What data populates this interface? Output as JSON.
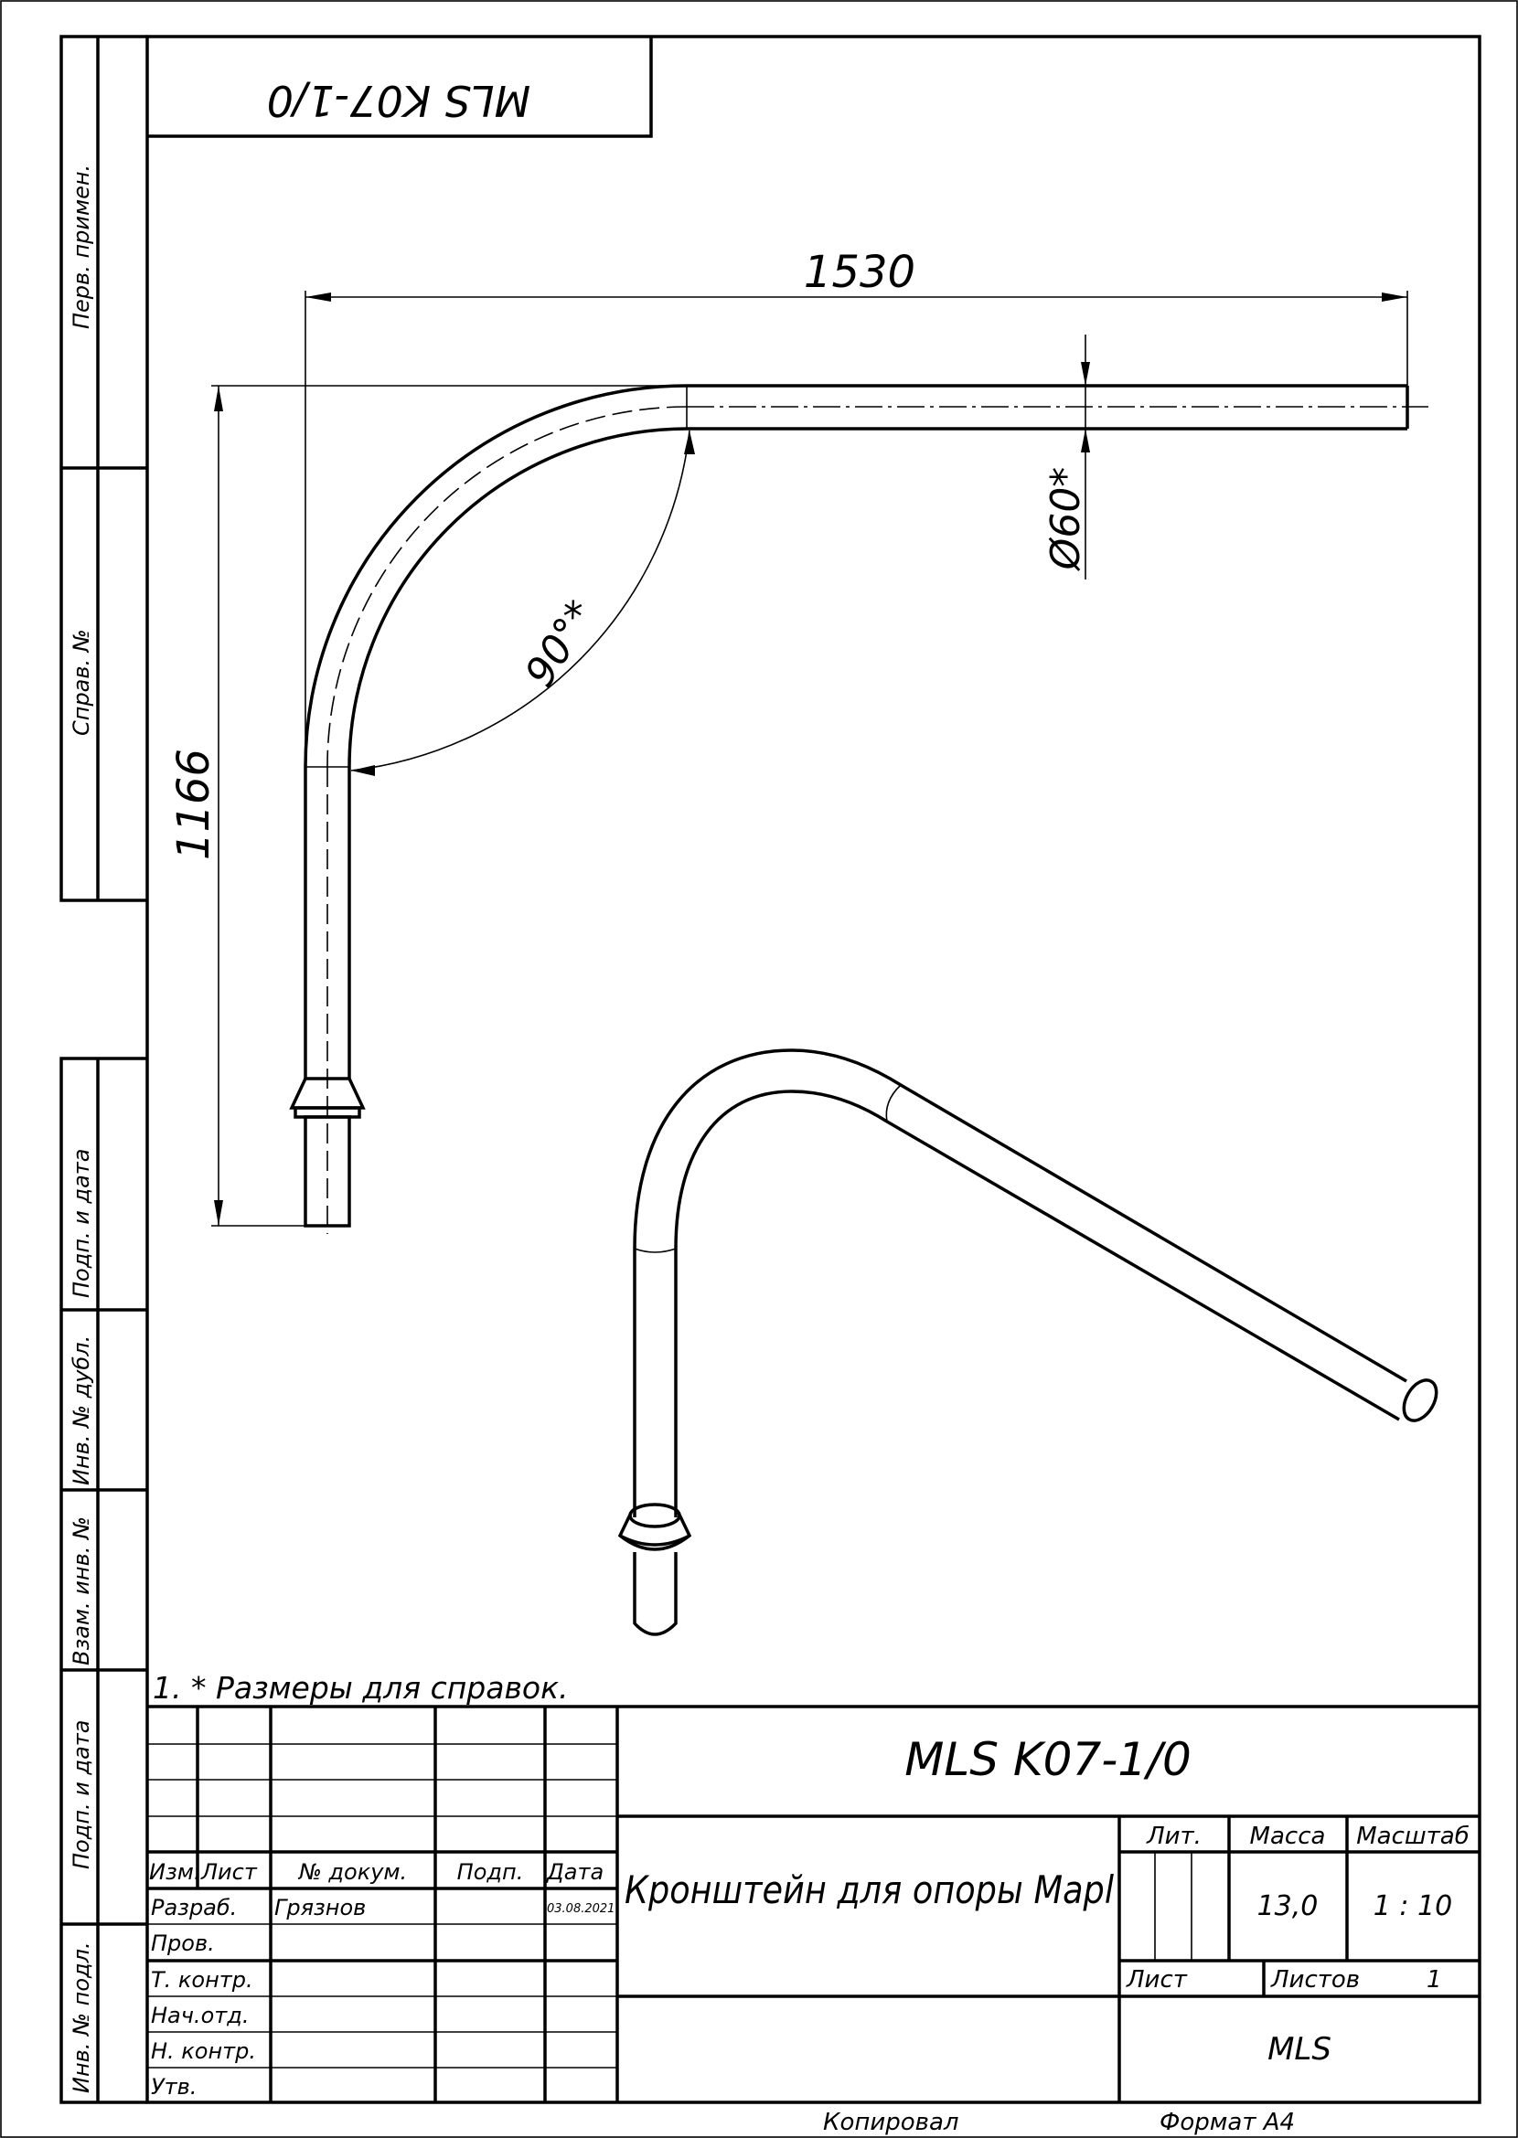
{
  "side_strip": {
    "perv_primen": "Перв. примен.",
    "sprav_no": "Справ. №",
    "podp_data_1": "Подп. и дата",
    "inv_dubl": "Инв. № дубл.",
    "vzam_inv": "Взам. инв. №",
    "podp_data_2": "Подп. и дата",
    "inv_podl": "Инв. № подл."
  },
  "stamp_mirrored": "MLS K07-1/0",
  "dimensions": {
    "length": "1530",
    "height": "1166",
    "diameter": "Ø60*",
    "angle": "90°*"
  },
  "note": "1. * Размеры для справок.",
  "title_block": {
    "designation": "MLS K07-1/0",
    "name": "Кронштейн для опоры Mapl",
    "headers": {
      "izm": "Изм.",
      "list": "Лист",
      "doc_no": "№ докум.",
      "podp": "Подп.",
      "data": "Дата"
    },
    "roles": [
      "Разраб.",
      "Пров.",
      "Т. контр.",
      "Нач.отд.",
      "Н. контр.",
      "Утв."
    ],
    "developer": "Грязнов",
    "date": "03.08.2021",
    "lit_label": "Лит.",
    "mass_label": "Масса",
    "scale_label": "Масштаб",
    "mass": "13,0",
    "scale": "1 : 10",
    "sheet_label": "Лист",
    "sheets_label": "Листов",
    "sheets": "1",
    "company": "MLS"
  },
  "footer": {
    "copied": "Копировал",
    "format": "Формат A4"
  }
}
